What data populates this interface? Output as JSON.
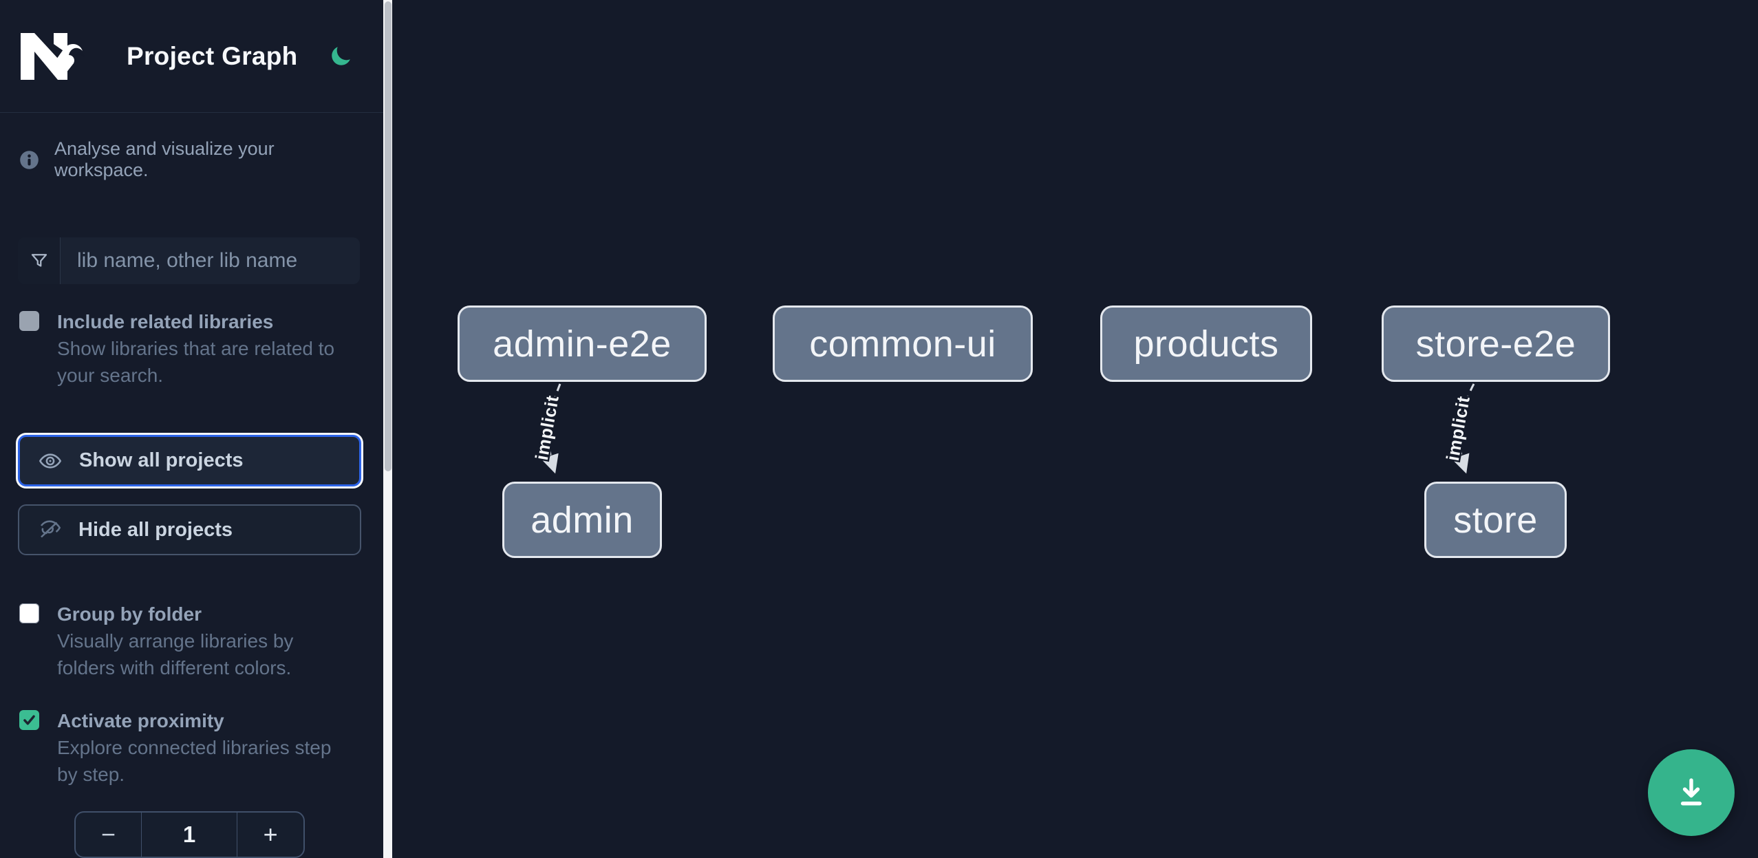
{
  "header": {
    "title": "Project Graph",
    "logo_icon": "nx-logo",
    "theme_icon": "moon-icon"
  },
  "sidebar": {
    "info": {
      "icon": "info-icon",
      "text": "Analyse and visualize your workspace."
    },
    "search": {
      "icon": "filter-funnel-icon",
      "placeholder": "lib name, other lib name",
      "value": ""
    },
    "options": [
      {
        "label": "Include related libraries",
        "description": "Show libraries that are related to your search.",
        "checked": false,
        "enabled": false
      },
      {
        "label": "Group by folder",
        "description": "Visually arrange libraries by folders with different colors.",
        "checked": false,
        "enabled": true
      },
      {
        "label": "Activate proximity",
        "description": "Explore connected libraries step by step.",
        "checked": true,
        "enabled": true
      }
    ],
    "buttons": [
      {
        "label": "Show all projects",
        "icon": "eye-icon",
        "focused": true
      },
      {
        "label": "Hide all projects",
        "icon": "eye-off-icon",
        "focused": false
      }
    ],
    "stepper": {
      "decrement_label": "−",
      "value": "1",
      "increment_label": "+"
    }
  },
  "graph": {
    "nodes": [
      {
        "label": "admin-e2e"
      },
      {
        "label": "common-ui"
      },
      {
        "label": "products"
      },
      {
        "label": "store-e2e"
      },
      {
        "label": "admin"
      },
      {
        "label": "store"
      }
    ],
    "edges": [
      {
        "from": "admin-e2e",
        "to": "admin",
        "label": "implicit",
        "style": "dashed"
      },
      {
        "from": "store-e2e",
        "to": "store",
        "label": "implicit",
        "style": "dashed"
      }
    ]
  },
  "fab": {
    "icon": "download-icon"
  },
  "colors": {
    "background": "#151b2a",
    "accent_green": "#35b48c",
    "checkbox_green": "#3bbd92",
    "focus_blue": "#2c63e8",
    "node_fill": "#64748b",
    "node_border": "#e4e8ee",
    "edge": "#d8dde4"
  }
}
